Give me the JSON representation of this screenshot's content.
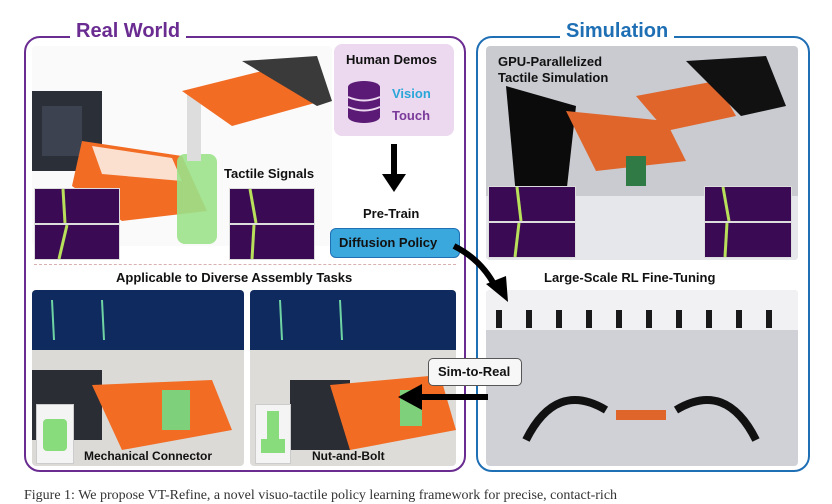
{
  "figure": {
    "real_world": {
      "title": "Real World",
      "tactile_label": "Tactile Signals",
      "assembly_heading": "Applicable to Diverse Assembly Tasks",
      "tasks": [
        {
          "label": "Mechanical Connector"
        },
        {
          "label": "Nut-and-Bolt"
        }
      ]
    },
    "demos": {
      "title": "Human Demos",
      "vision": "Vision",
      "touch": "Touch"
    },
    "pretrain_label": "Pre-Train",
    "policy_label": "Diffusion Policy",
    "sim_to_real_label": "Sim-to-Real",
    "simulation": {
      "title": "Simulation",
      "gpu_label_line1": "GPU-Parallelized",
      "gpu_label_line2": "Tactile Simulation",
      "rl_label": "Large-Scale RL Fine-Tuning"
    },
    "caption_partial": "Figure 1: We propose VT-Refine, a novel visuo-tactile policy learning framework for precise, contact-rich",
    "colors": {
      "real_world_border": "#6a2c91",
      "simulation_border": "#1f6fb5",
      "vision_text": "#2aa7d8",
      "touch_text": "#7a3a9a",
      "policy_fill": "#3aa8dc",
      "tactile_bg": "#3b0a55",
      "tactile_trace": "#b8e05a"
    }
  }
}
